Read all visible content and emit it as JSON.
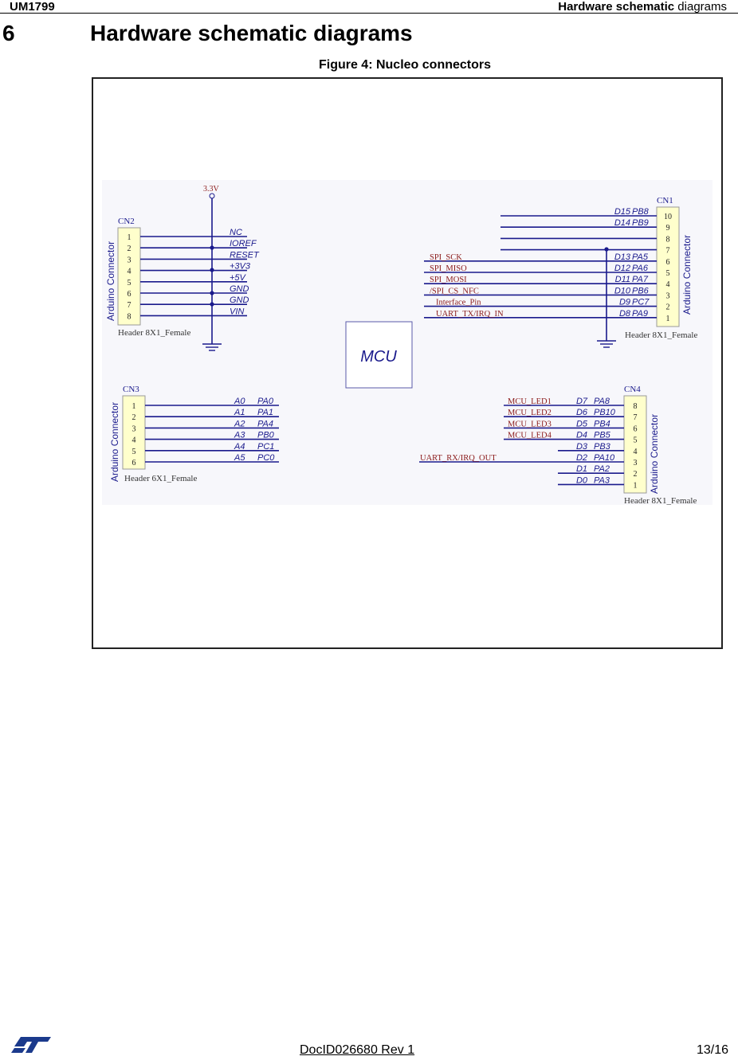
{
  "header": {
    "doc_code": "UM1799",
    "section_bold": "Hardware schematic",
    "section_rest": " diagrams"
  },
  "section": {
    "number": "6",
    "title": "Hardware schematic diagrams"
  },
  "figure": {
    "caption": "Figure 4: Nucleo connectors",
    "power_label": "3.3V",
    "mcu_label": "MCU",
    "cn2": {
      "ref": "CN2",
      "side_label": "Arduino Connector",
      "footer": "Header 8X1_Female",
      "pins": [
        "1",
        "2",
        "3",
        "4",
        "5",
        "6",
        "7",
        "8"
      ],
      "nets": [
        "NC",
        "IOREF",
        "RESET",
        "+3V3",
        "+5V",
        "GND",
        "GND",
        "VIN"
      ]
    },
    "cn3": {
      "ref": "CN3",
      "side_label": "Arduino Connector",
      "footer": "Header 6X1_Female",
      "pins": [
        "1",
        "2",
        "3",
        "4",
        "5",
        "6"
      ],
      "nets": [
        "A0",
        "A1",
        "A2",
        "A3",
        "A4",
        "A5"
      ],
      "ports": [
        "PA0",
        "PA1",
        "PA4",
        "PB0",
        "PC1",
        "PC0"
      ]
    },
    "cn1": {
      "ref": "CN1",
      "side_label": "Arduino Connector",
      "footer": "Header 8X1_Female",
      "pins": [
        "10",
        "9",
        "8",
        "7",
        "6",
        "5",
        "4",
        "3",
        "2",
        "1"
      ],
      "nets": [
        "D15",
        "D14",
        "",
        "",
        "D13",
        "D12",
        "D11",
        "D10",
        "D9",
        "D8"
      ],
      "ports": [
        "PB8",
        "PB9",
        "",
        "",
        "PA5",
        "PA6",
        "PA7",
        "PB6",
        "PC7",
        "PA9"
      ],
      "signals": [
        "",
        "",
        "",
        "",
        "SPI_SCK",
        "SPI_MISO",
        "SPI_MOSI",
        "/SPI_CS_NFC",
        "Interface_Pin",
        "UART_TX/IRQ_IN"
      ]
    },
    "cn4": {
      "ref": "CN4",
      "side_label": "Arduino Connector",
      "footer": "Header 8X1_Female",
      "pins": [
        "8",
        "7",
        "6",
        "5",
        "4",
        "3",
        "2",
        "1"
      ],
      "nets": [
        "D7",
        "D6",
        "D5",
        "D4",
        "D3",
        "D2",
        "D1",
        "D0"
      ],
      "ports": [
        "PA8",
        "PB10",
        "PB4",
        "PB5",
        "PB3",
        "PA10",
        "PA2",
        "PA3"
      ],
      "signals": [
        "MCU_LED1",
        "MCU_LED2",
        "MCU_LED3",
        "MCU_LED4",
        "",
        "UART_RX/IRQ_OUT",
        "",
        ""
      ]
    }
  },
  "footer": {
    "doc_id": "DocID026680 Rev 1",
    "page": "13/16",
    "logo": "ST"
  },
  "colors": {
    "wire": "#1a1a8c",
    "signal": "#8b1a1a",
    "connector_fill": "#ffffcc",
    "sheet_bg": "#f7f7fb"
  }
}
